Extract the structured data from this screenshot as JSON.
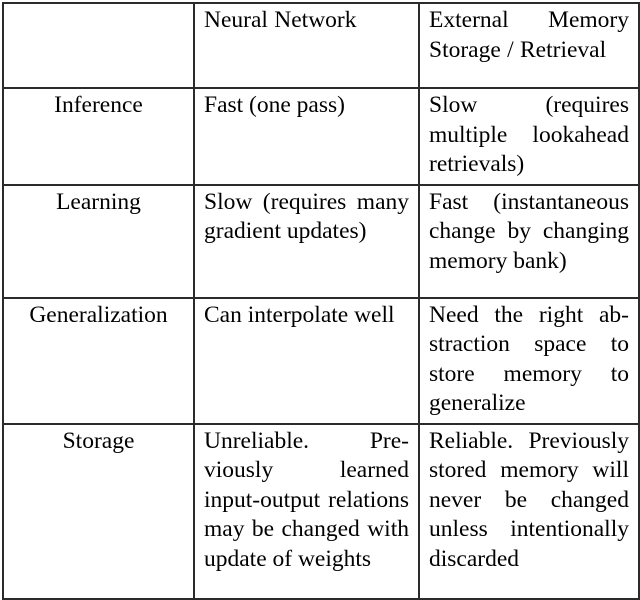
{
  "table": {
    "name": "neural-network-vs-external-memory-comparison",
    "corner_label": "",
    "columns": [
      {
        "key": "label",
        "header": ""
      },
      {
        "key": "neural_network",
        "header": "Neural Network"
      },
      {
        "key": "external_memory",
        "header": "External Mem­ory Storage / Retrieval"
      }
    ],
    "headers": {
      "blank": "",
      "neural_network": "Neural Network",
      "external_memory": "External Memory Storage / Retrieval"
    },
    "rows": [
      {
        "label": "Inference",
        "neural_network": "Fast (one pass)",
        "external_memory": "Slow (requires multiple look­ahead retrievals)"
      },
      {
        "label": "Learning",
        "neural_network": "Slow (requires many gradient updates)",
        "external_memory": "Fast (instanta­neous change by changing memory bank)"
      },
      {
        "label": "Generalization",
        "neural_network": "Can interpolate well",
        "external_memory": "Need the right ab­straction space to store memory to generalize"
      },
      {
        "label": "Storage",
        "neural_network": "Unreliable. Pre­viously learned input-output relations may be changed with update of weights",
        "external_memory": "Reliable. Pre­viously stored memory will never be changed unless intention­ally discarded"
      }
    ]
  },
  "style": {
    "border_color": "#2b2b2b",
    "text_color": "#000000",
    "background_color": "#ffffff"
  }
}
